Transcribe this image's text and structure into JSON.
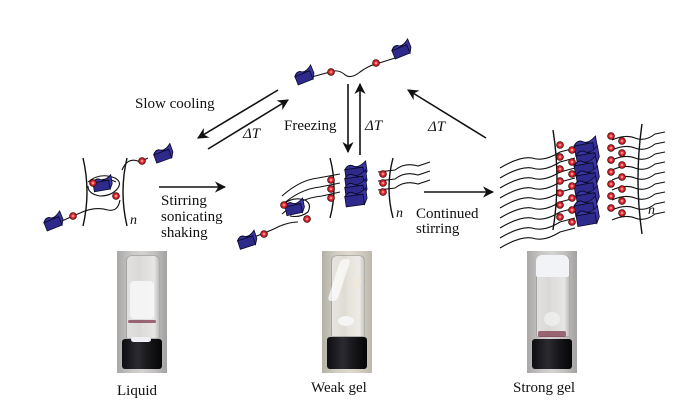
{
  "figure": {
    "type": "schematic",
    "subject": "Self-assembly states of a supramolecular polymer gel"
  },
  "labels": {
    "slow_cooling": "Slow cooling",
    "delta_t_1": "ΔT",
    "freezing": "Freezing",
    "delta_t_2": "ΔT",
    "delta_t_3": "ΔT",
    "stirring_line1": "Stirring",
    "stirring_line2": "sonicating",
    "stirring_line3": "shaking",
    "continued_line1": "Continued",
    "continued_line2": "stirring",
    "n_subscript_1": "n",
    "n_subscript_2": "n",
    "n_subscript_3": "n"
  },
  "states": [
    {
      "name": "Liquid",
      "structure": "single folded unimer"
    },
    {
      "name": "Weak gel",
      "structure": "partially stacked aggregate"
    },
    {
      "name": "Strong gel",
      "structure": "extended stacked network"
    }
  ],
  "top_state": {
    "structure": "extended free unimer"
  },
  "colors": {
    "block_fill": "#2e2a8c",
    "block_stroke": "#0b0b2a",
    "node_fill": "#d8202a",
    "line": "#111111"
  }
}
